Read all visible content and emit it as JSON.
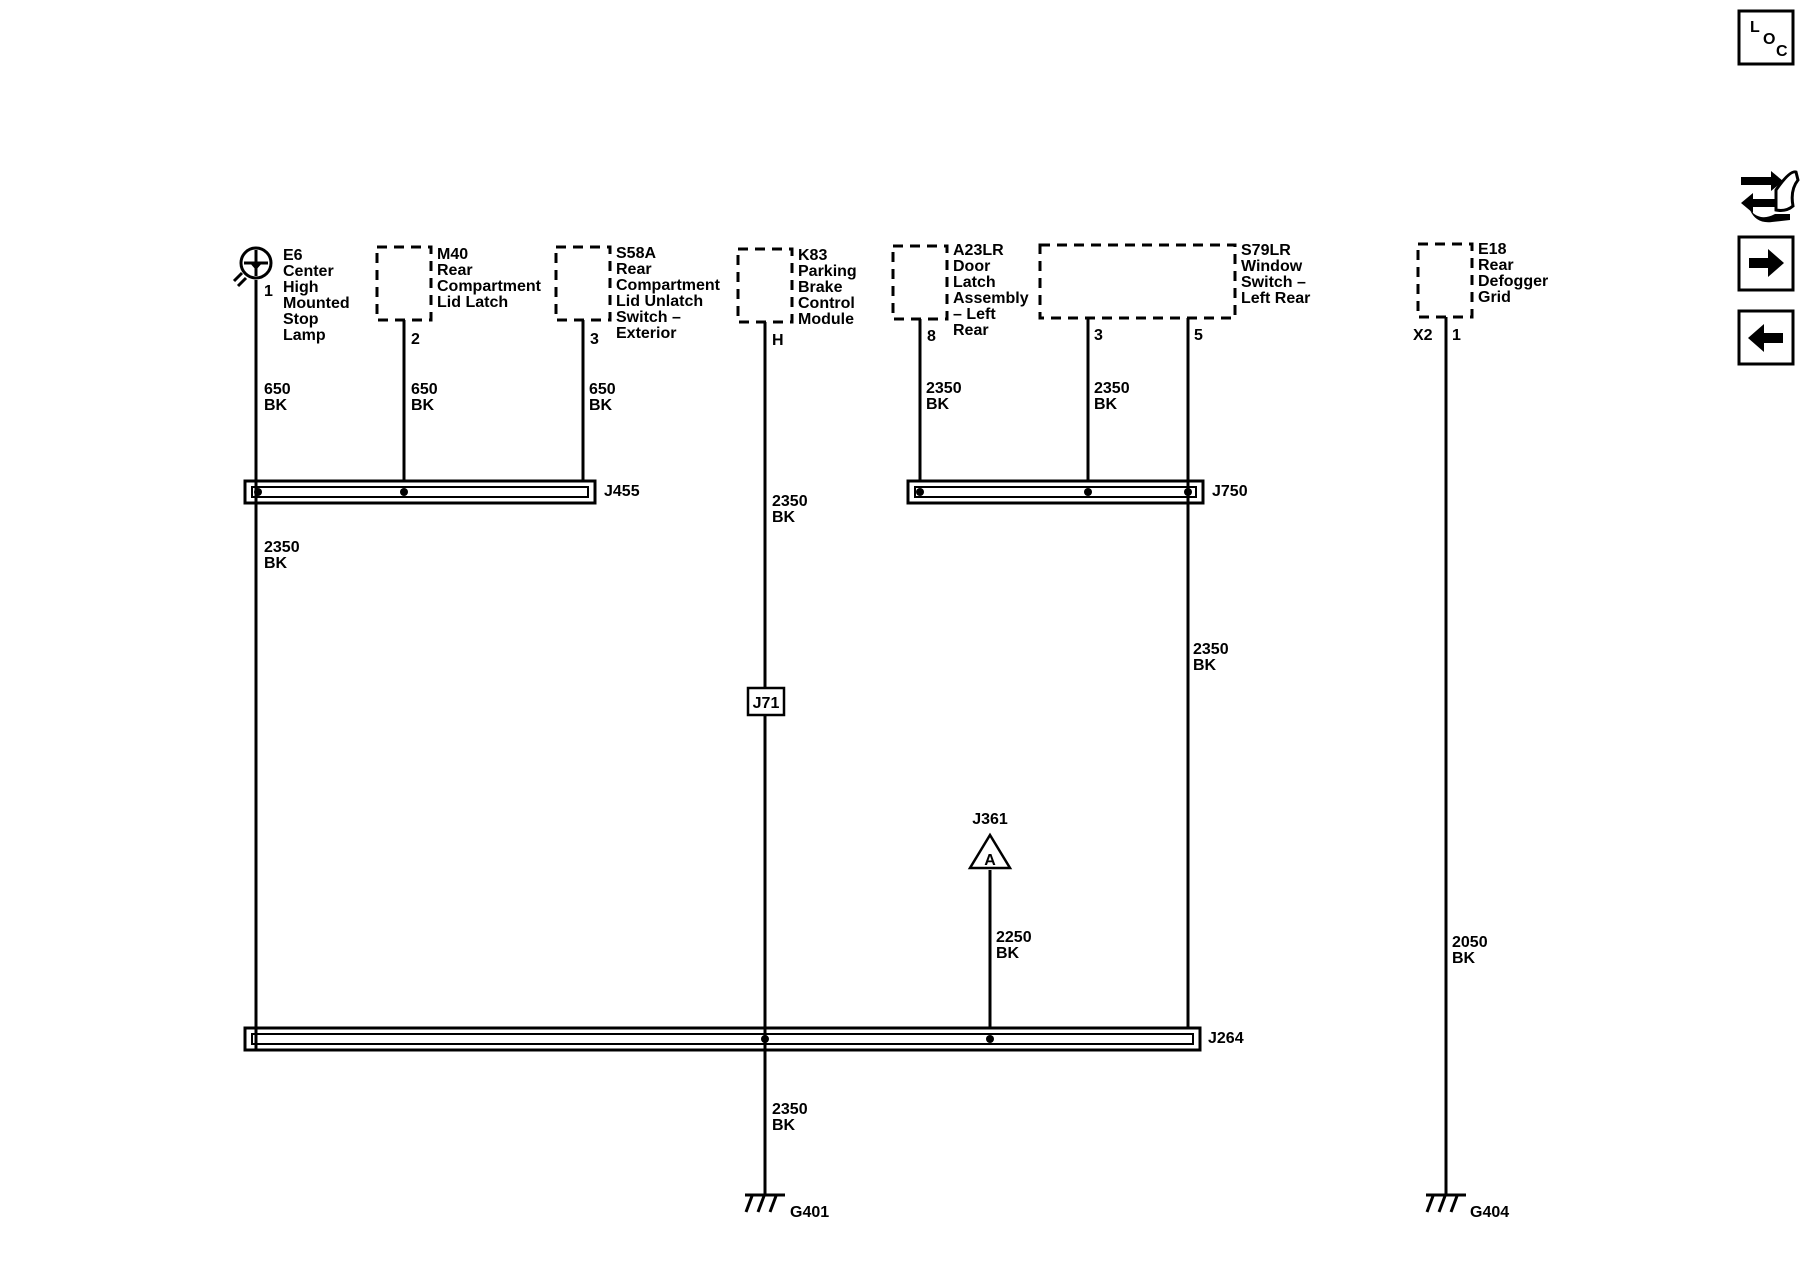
{
  "components": {
    "e6": {
      "ref": "E6",
      "lines": [
        "Center",
        "High",
        "Mounted",
        "Stop",
        "Lamp"
      ],
      "pin": "1"
    },
    "m40": {
      "ref": "M40",
      "lines": [
        "Rear",
        "Compartment",
        "Lid Latch"
      ],
      "pin": "2"
    },
    "s58a": {
      "ref": "S58A",
      "lines": [
        "Rear",
        "Compartment",
        "Lid Unlatch",
        "Switch –",
        "Exterior"
      ],
      "pin": "3"
    },
    "k83": {
      "ref": "K83",
      "lines": [
        "Parking",
        "Brake",
        "Control",
        "Module"
      ],
      "pin": "H"
    },
    "a23lr": {
      "ref": "A23LR",
      "lines": [
        "Door",
        "Latch",
        "Assembly",
        "– Left",
        "Rear"
      ],
      "pin": "8"
    },
    "s79lr": {
      "ref": "S79LR",
      "lines": [
        "Window",
        "Switch –",
        "Left Rear"
      ],
      "pins": [
        "3",
        "5"
      ]
    },
    "e18": {
      "ref": "E18",
      "lines": [
        "Rear",
        "Defogger",
        "Grid"
      ],
      "connector": "X2",
      "pin": "1"
    }
  },
  "wires": {
    "e6_top": {
      "size": "650",
      "color": "BK"
    },
    "m40": {
      "size": "650",
      "color": "BK"
    },
    "s58a": {
      "size": "650",
      "color": "BK"
    },
    "e6_bottom": {
      "size": "2350",
      "color": "BK"
    },
    "k83_top": {
      "size": "2350",
      "color": "BK"
    },
    "a23lr": {
      "size": "2350",
      "color": "BK"
    },
    "s79lr_3": {
      "size": "2350",
      "color": "BK"
    },
    "s79lr_5": {
      "size": "2350",
      "color": "BK"
    },
    "j361": {
      "size": "2250",
      "color": "BK"
    },
    "ground_g401": {
      "size": "2350",
      "color": "BK"
    },
    "e18": {
      "size": "2050",
      "color": "BK"
    }
  },
  "splices": {
    "j455": "J455",
    "j750": "J750",
    "j264": "J264",
    "j71": "J71",
    "j361": "J361",
    "j361_letter": "A"
  },
  "grounds": {
    "g401": "G401",
    "g404": "G404"
  },
  "nav": {
    "loc_letters": [
      "L",
      "O",
      "C"
    ],
    "icons": [
      "location-icon",
      "wiring-tool-icon",
      "next-arrow-icon",
      "previous-arrow-icon"
    ]
  }
}
